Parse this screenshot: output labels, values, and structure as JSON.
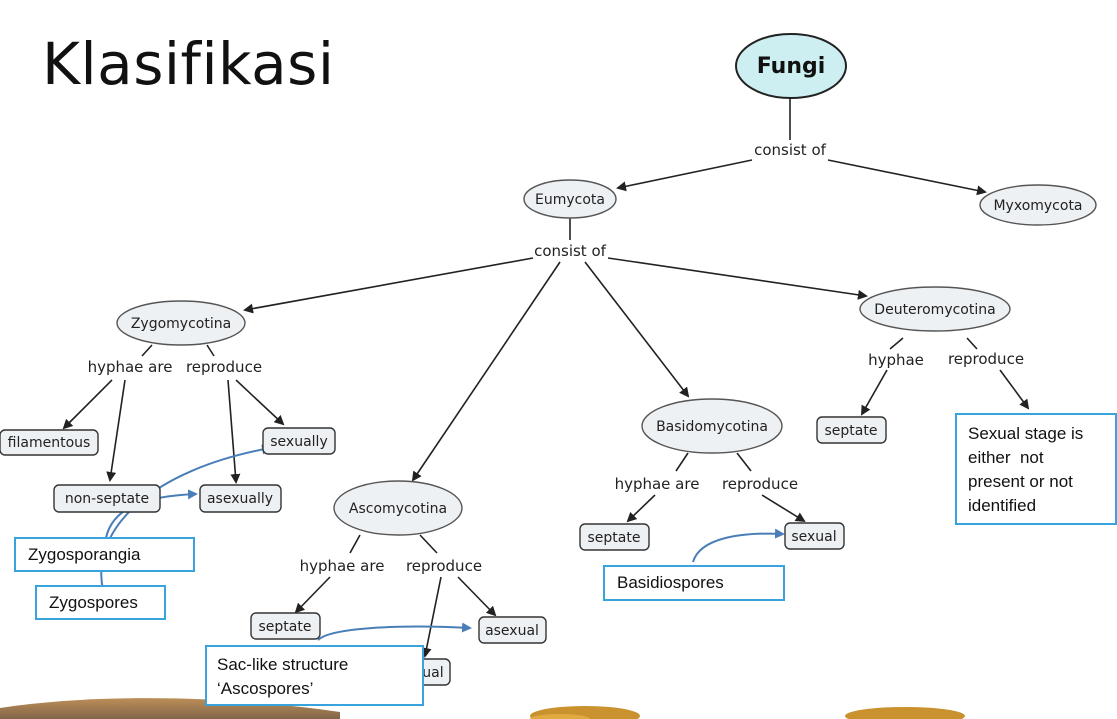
{
  "slide": {
    "title": "Klasifikasi"
  },
  "nodes": {
    "fungi": "Fungi",
    "eumycota": "Eumycota",
    "myxomycota": "Myxomycota",
    "zygomycotina": "Zygomycotina",
    "ascomycotina": "Ascomycotina",
    "basidiomycotina": "Basidomycotina",
    "deuteromycotina": "Deuteromycotina",
    "filamentous": "filamentous",
    "zygo_nonseptate": "non-septate",
    "zygo_sexually": "sexually",
    "zygo_asexually": "asexually",
    "asco_septate": "septate",
    "asco_asexual": "asexual",
    "asco_sexual": "sexual",
    "basidio_septate": "septate",
    "basidio_sexual": "sexual",
    "deutero_septate": "septate"
  },
  "links": {
    "consist_of_1": "consist of",
    "consist_of_2": "consist of",
    "zygo_hyphae": "hyphae are",
    "zygo_reproduce": "reproduce",
    "asco_hyphae": "hyphae are",
    "asco_reproduce": "reproduce",
    "basidio_hyphae": "hyphae are",
    "basidio_reproduce": "reproduce",
    "deutero_hyphae": "hyphae",
    "deutero_reproduce": "reproduce"
  },
  "callouts": {
    "zygosporangia": "Zygosporangia",
    "zygospores": "Zygospores",
    "ascospores_line1": "Sac-like structure",
    "ascospores_line2": "‘Ascospores’",
    "basidiospores": "Basidiospores",
    "deutero_line1": "Sexual stage is",
    "deutero_line2": "either  not",
    "deutero_line3": "present or not",
    "deutero_line4": "identified"
  },
  "colors": {
    "fungi_fill": "#cdeff2",
    "node_fill": "#eef1f4",
    "callout_border": "#38a3dc",
    "callout_arrow": "#4a7eb8"
  }
}
